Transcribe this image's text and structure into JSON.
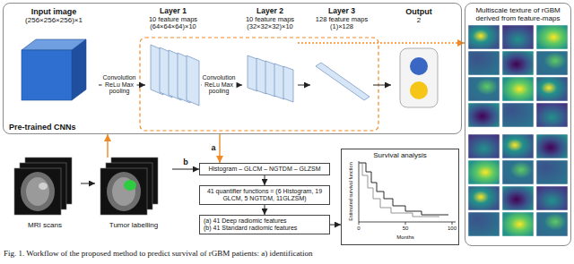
{
  "diagram": {
    "caption": "Fig. 1. Workflow of the proposed method to predict survival of rGBM patients: a) identification",
    "nodes": [
      {
        "text": [
          "Pre-trained CNNs"
        ]
      },
      {
        "text": [
          "Input image",
          "(256×256×256)×1"
        ],
        "in": 0
      },
      {
        "text": [
          "Layer 1",
          "10 feature maps",
          "(64×64×64)×10"
        ],
        "in": 0
      },
      {
        "text": [
          "Layer 2",
          "10 feature maps",
          "(32×32×32)×10"
        ],
        "in": 0
      },
      {
        "text": [
          "Layer 3",
          "128 feature maps",
          "(1)×128"
        ],
        "in": 0
      },
      {
        "text": [
          "Output",
          "2"
        ],
        "in": 0
      },
      {
        "text": [
          "Multiscale texture of rGBM derived from feature-maps"
        ]
      },
      {
        "text": [
          "MRI scans"
        ]
      },
      {
        "text": [
          "Tumor labelling"
        ]
      },
      {
        "text": [
          "Histogram – GLCM – NGTDM – GLZSM"
        ]
      },
      {
        "text": [
          "41 quantifier functions = (6 Histogram, 19 GLCM, 5 NGTDM, 11GLZSM)"
        ]
      },
      {
        "text": [
          "(a) 41 Deep radiomic features",
          "(b) 41 Standard radiomic features"
        ]
      },
      {
        "text": [
          "Survival analysis"
        ]
      }
    ],
    "edges": [
      {
        "from": 1,
        "to": 2,
        "label": "Convolution ReLu Max pooling",
        "arrow": "to"
      },
      {
        "from": 2,
        "to": 3,
        "label": "Convolution ReLu Max pooling",
        "arrow": "to"
      },
      {
        "from": 3,
        "to": 4,
        "arrow": "to"
      },
      {
        "from": 4,
        "to": 5,
        "arrow": "to"
      },
      {
        "from": 3,
        "to": 6,
        "arrow": "to"
      },
      {
        "from": 7,
        "to": 8,
        "arrow": "to"
      },
      {
        "from": 8,
        "to": 0,
        "arrow": "to"
      },
      {
        "from": 0,
        "to": 9,
        "label": "a",
        "arrow": "to"
      },
      {
        "from": 8,
        "to": 9,
        "label": "b",
        "arrow": "to"
      },
      {
        "from": 9,
        "to": 10,
        "arrow": "to"
      },
      {
        "from": 10,
        "to": 11,
        "arrow": "to"
      },
      {
        "from": 11,
        "to": 12,
        "arrow": "to"
      }
    ],
    "labels": [
      "Estimated survival function",
      "Months",
      "0",
      "50",
      "100"
    ]
  }
}
